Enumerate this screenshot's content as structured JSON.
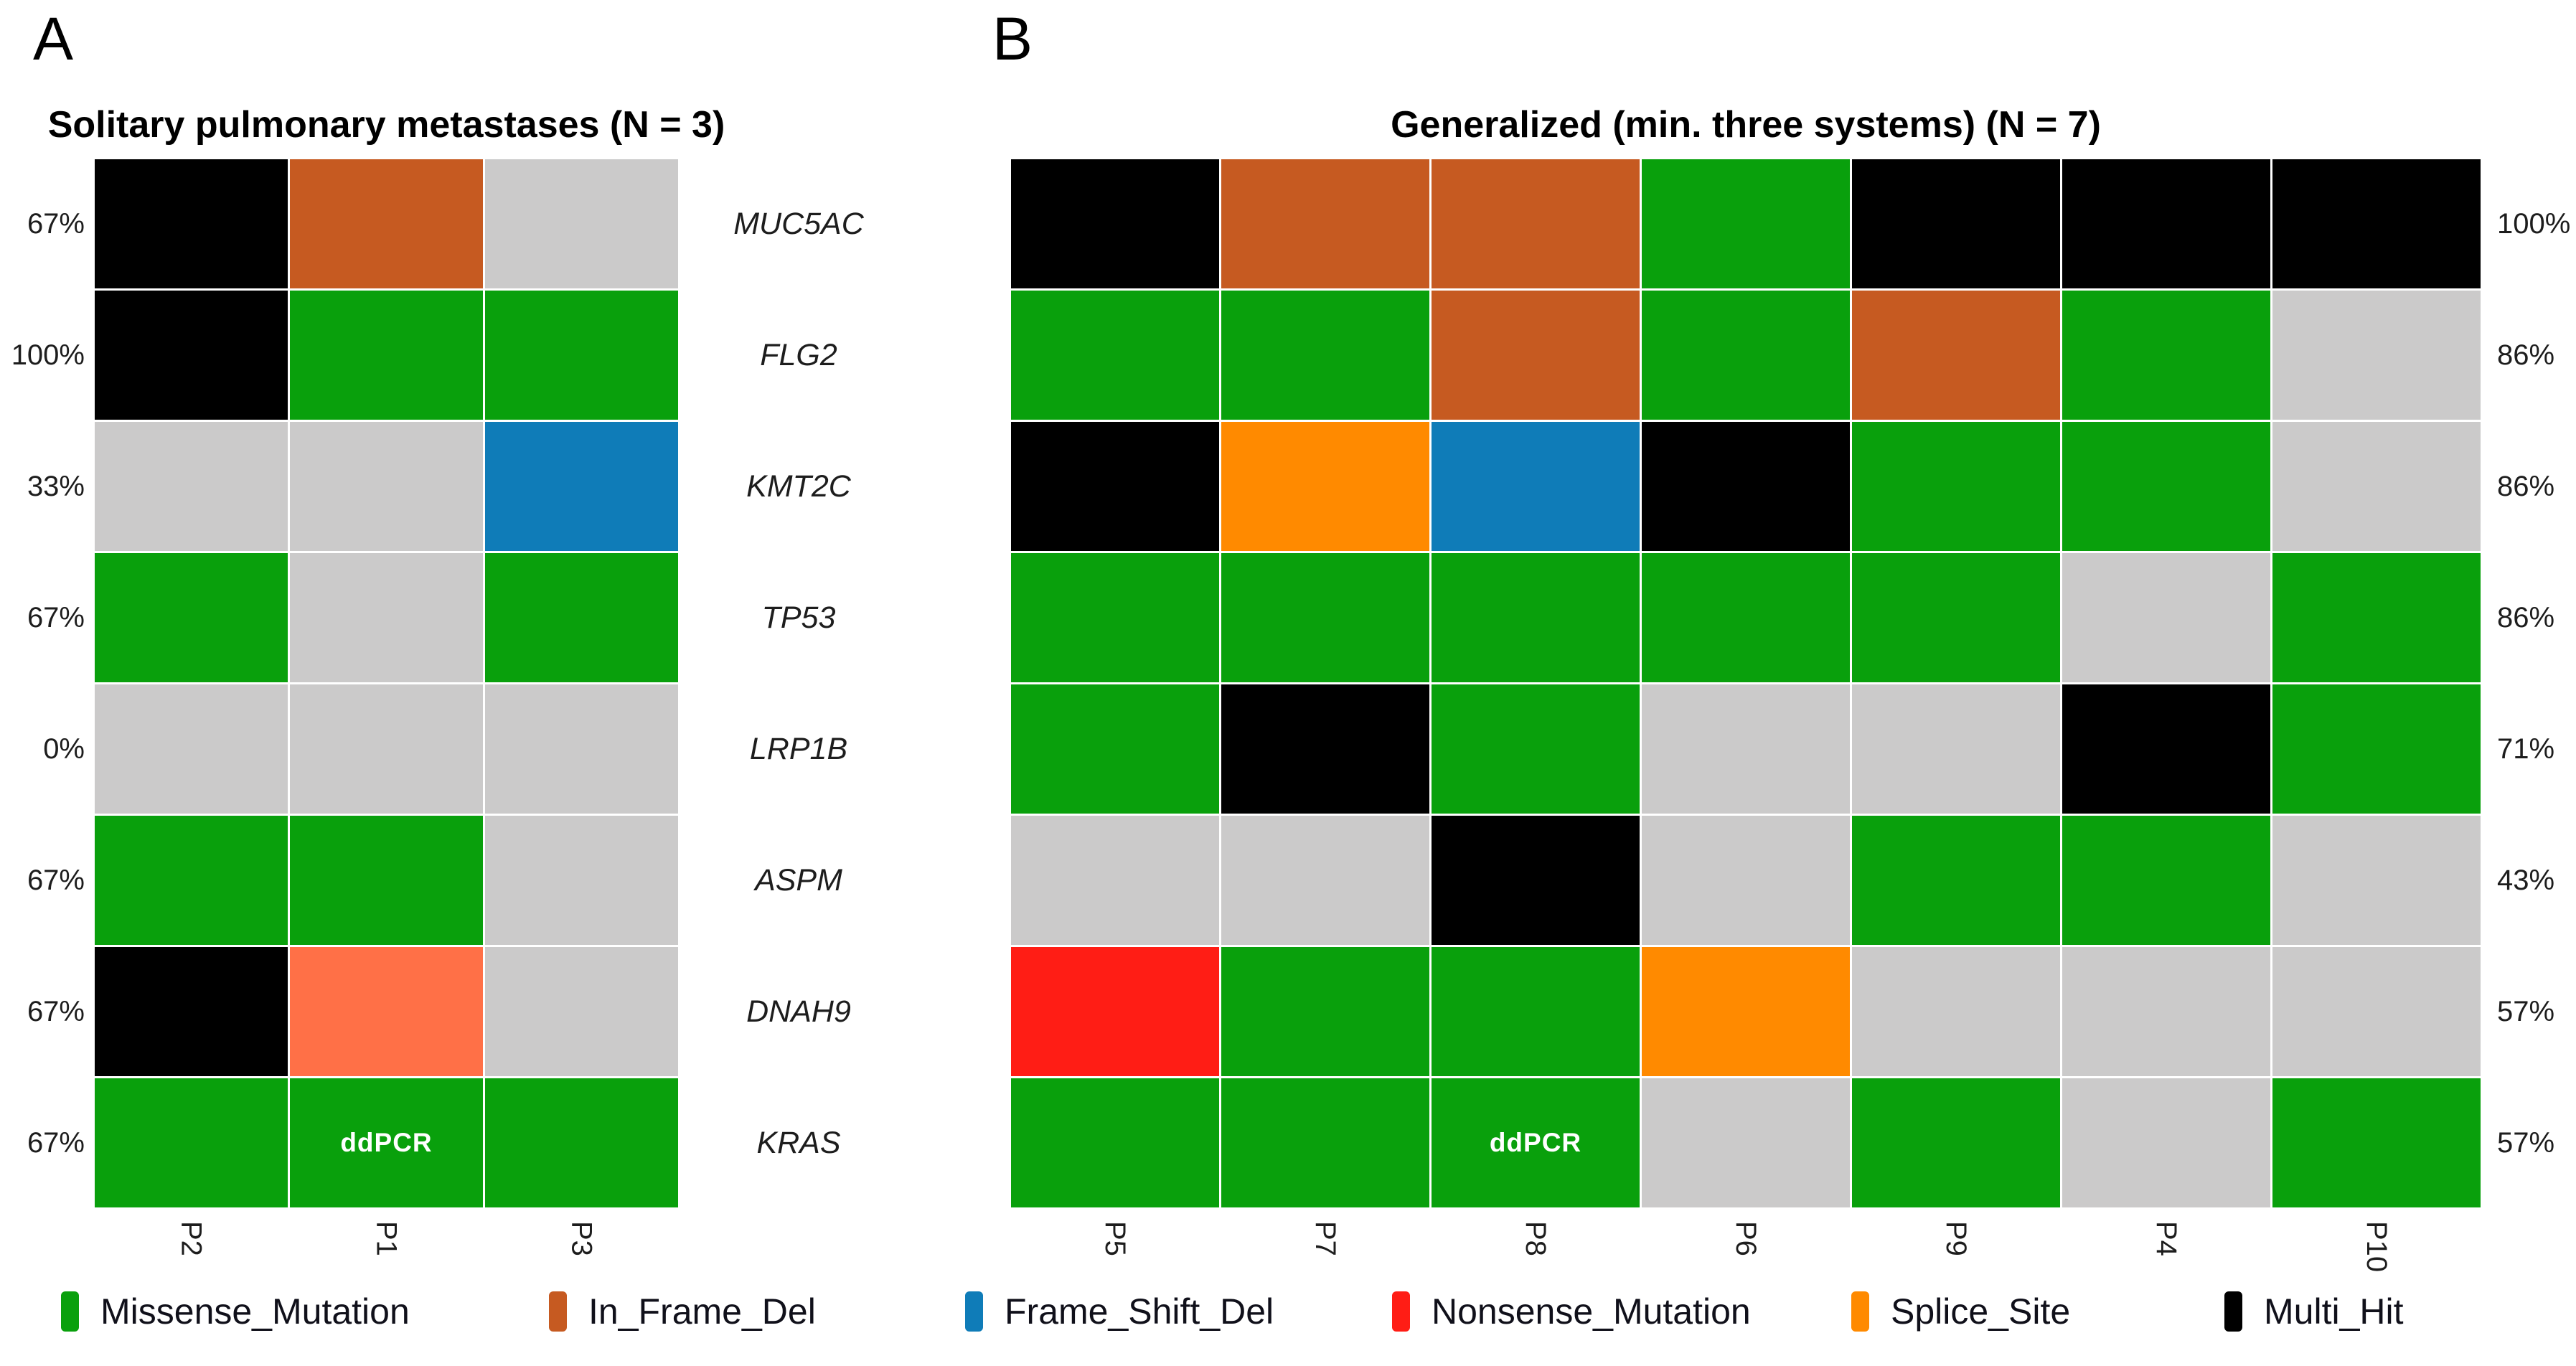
{
  "ddpcr_label": "ddPCR",
  "palette": {
    "missense": "#09A00C",
    "in_frame_del": "#C65A21",
    "frame_shift_del": "#0F7CB8",
    "nonsense": "#FF1D15",
    "splice_site": "#FF8A00",
    "multi_hit": "#000000",
    "coral": "#FF7047",
    "none": "#CBCACA"
  },
  "legend": [
    {
      "label": "Missense_Mutation",
      "key": "missense"
    },
    {
      "label": "In_Frame_Del",
      "key": "in_frame_del"
    },
    {
      "label": "Frame_Shift_Del",
      "key": "frame_shift_del"
    },
    {
      "label": "Nonsense_Mutation",
      "key": "nonsense"
    },
    {
      "label": "Splice_Site",
      "key": "splice_site"
    },
    {
      "label": "Multi_Hit",
      "key": "multi_hit"
    }
  ],
  "chart_data": [
    {
      "type": "heatmap",
      "panel_label": "A",
      "title": "Solitary pulmonary metastases (N = 3)",
      "x_categories": [
        "P2",
        "P1",
        "P3"
      ],
      "y_categories": [
        "MUC5AC",
        "FLG2",
        "KMT2C",
        "TP53",
        "LRP1B",
        "ASPM",
        "DNAH9",
        "KRAS"
      ],
      "row_percentages": [
        "67%",
        "100%",
        "33%",
        "67%",
        "0%",
        "67%",
        "67%",
        "67%"
      ],
      "percent_side": "left",
      "gene_labels_side": "right",
      "legend_position": "bottom",
      "grid": true,
      "cells": [
        [
          "multi_hit",
          "in_frame_del",
          "none"
        ],
        [
          "multi_hit",
          "missense",
          "missense"
        ],
        [
          "none",
          "none",
          "frame_shift_del"
        ],
        [
          "missense",
          "none",
          "missense"
        ],
        [
          "none",
          "none",
          "none"
        ],
        [
          "missense",
          "missense",
          "none"
        ],
        [
          "multi_hit",
          "coral",
          "none"
        ],
        [
          "missense",
          "missense",
          "missense"
        ]
      ],
      "ddpcr_cells": [
        {
          "row": 7,
          "col": 1
        }
      ]
    },
    {
      "type": "heatmap",
      "panel_label": "B",
      "title": "Generalized (min. three systems) (N = 7)",
      "x_categories": [
        "P5",
        "P7",
        "P8",
        "P6",
        "P9",
        "P4",
        "P10"
      ],
      "y_categories": [
        "MUC5AC",
        "FLG2",
        "KMT2C",
        "TP53",
        "LRP1B",
        "ASPM",
        "DNAH9",
        "KRAS"
      ],
      "row_percentages": [
        "100%",
        "86%",
        "86%",
        "86%",
        "71%",
        "43%",
        "57%",
        "57%"
      ],
      "percent_side": "right",
      "gene_labels_side": "none",
      "legend_position": "bottom",
      "grid": true,
      "cells": [
        [
          "multi_hit",
          "in_frame_del",
          "in_frame_del",
          "missense",
          "multi_hit",
          "multi_hit",
          "multi_hit"
        ],
        [
          "missense",
          "missense",
          "in_frame_del",
          "missense",
          "in_frame_del",
          "missense",
          "none"
        ],
        [
          "multi_hit",
          "splice_site",
          "frame_shift_del",
          "multi_hit",
          "missense",
          "missense",
          "none"
        ],
        [
          "missense",
          "missense",
          "missense",
          "missense",
          "missense",
          "none",
          "missense"
        ],
        [
          "missense",
          "multi_hit",
          "missense",
          "none",
          "none",
          "multi_hit",
          "missense"
        ],
        [
          "none",
          "none",
          "multi_hit",
          "none",
          "missense",
          "missense",
          "none"
        ],
        [
          "nonsense",
          "missense",
          "missense",
          "splice_site",
          "none",
          "none",
          "none"
        ],
        [
          "missense",
          "missense",
          "missense",
          "none",
          "missense",
          "none",
          "missense"
        ]
      ],
      "ddpcr_cells": [
        {
          "row": 7,
          "col": 2
        }
      ]
    }
  ]
}
